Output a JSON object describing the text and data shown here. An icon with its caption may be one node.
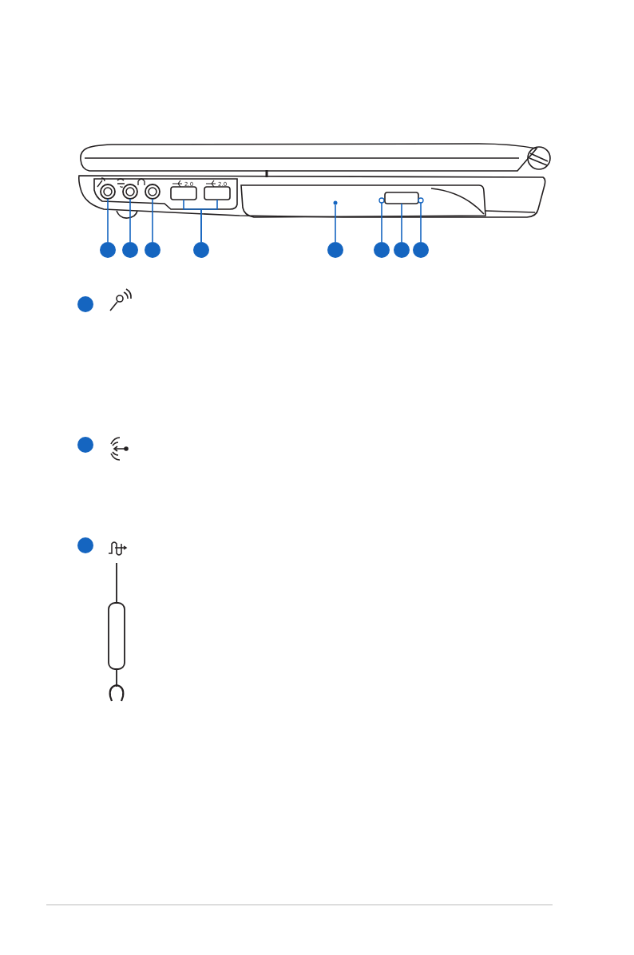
{
  "diagram": {
    "nodes": [
      {
        "text": [],
        "shape": "circle"
      },
      {
        "text": [],
        "shape": "circle"
      },
      {
        "text": [],
        "shape": "circle"
      },
      {
        "text": [],
        "shape": "circle"
      },
      {
        "text": [],
        "shape": "circle"
      },
      {
        "text": [],
        "shape": "circle"
      },
      {
        "text": [],
        "shape": "circle"
      },
      {
        "text": [],
        "shape": "circle"
      },
      {
        "text": [],
        "shape": "circle"
      },
      {
        "text": [],
        "shape": "circle"
      },
      {
        "text": [],
        "shape": "circle"
      },
      {
        "text": [],
        "shape": "box"
      },
      {
        "text": [],
        "shape": "box"
      },
      {
        "text": [],
        "shape": "circle"
      },
      {
        "text": [],
        "shape": "circle"
      },
      {
        "text": [],
        "shape": "box"
      },
      {
        "text": [],
        "shape": "circle"
      },
      {
        "text": [],
        "shape": "circle"
      },
      {
        "text": [],
        "shape": "circle"
      },
      {
        "text": [],
        "shape": "circle"
      }
    ],
    "edges": [
      {
        "from": 0,
        "to": 8,
        "arrow": "none"
      },
      {
        "from": 1,
        "to": 9,
        "arrow": "none"
      },
      {
        "from": 2,
        "to": 10,
        "arrow": "none"
      },
      {
        "from": 3,
        "to": 11,
        "arrow": "none"
      },
      {
        "from": 3,
        "to": 12,
        "arrow": "none"
      },
      {
        "from": 4,
        "to": 13,
        "arrow": "none"
      },
      {
        "from": 5,
        "to": 14,
        "arrow": "none"
      },
      {
        "from": 6,
        "to": 15,
        "arrow": "none"
      },
      {
        "from": 7,
        "to": 16,
        "arrow": "none"
      }
    ],
    "labels": [
      "2.0",
      "2.0"
    ]
  }
}
